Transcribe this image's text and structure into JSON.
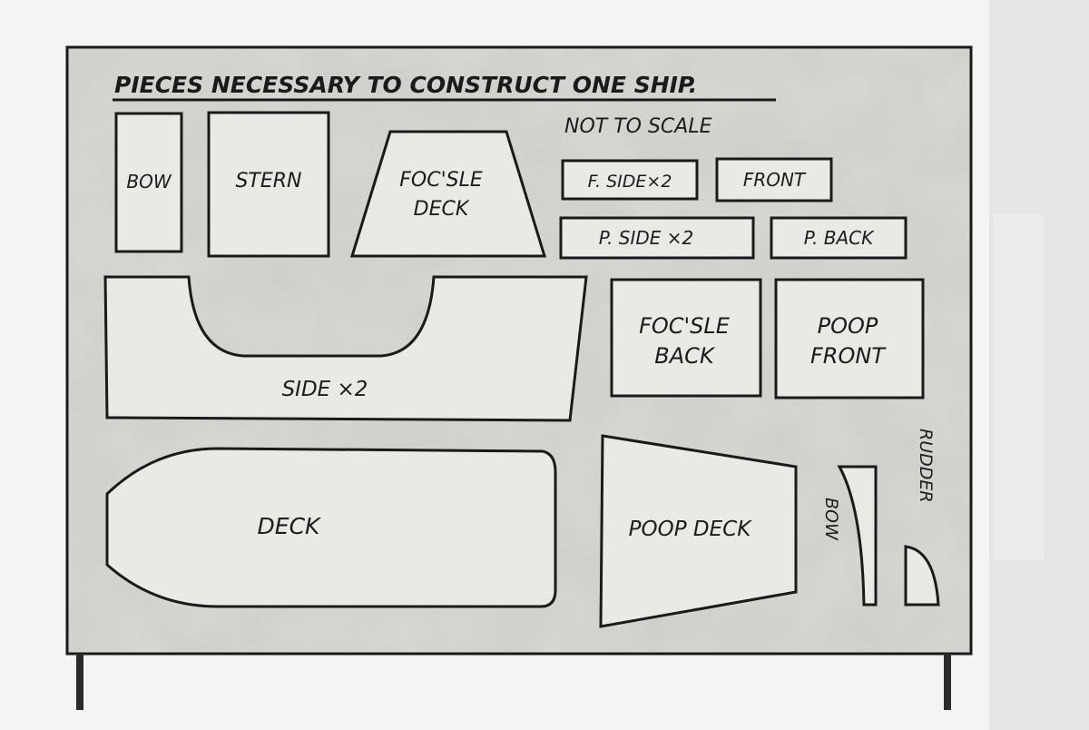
{
  "title": "PIECES NECESSARY TO CONSTRUCT ONE SHIP.",
  "note": "NOT TO SCALE",
  "pieces": {
    "bow": "BOW",
    "stern": "STERN",
    "focsle_deck_1": "FOC'SLE",
    "focsle_deck_2": "DECK",
    "f_side": "F. SIDE×2",
    "front": "FRONT",
    "p_side": "P. SIDE ×2",
    "p_back": "P. BACK",
    "side": "SIDE ×2",
    "focsle_back_1": "FOC'SLE",
    "focsle_back_2": "BACK",
    "poop_front_1": "POOP",
    "poop_front_2": "FRONT",
    "deck": "DECK",
    "poop_deck": "POOP DECK",
    "small_bow": "BOW",
    "rudder": "RUDDER"
  },
  "colors": {
    "paper": "#e9e9e6",
    "ink": "#1a1a1a",
    "background": "#f4f4f2",
    "shade": "#b8b8b4"
  }
}
